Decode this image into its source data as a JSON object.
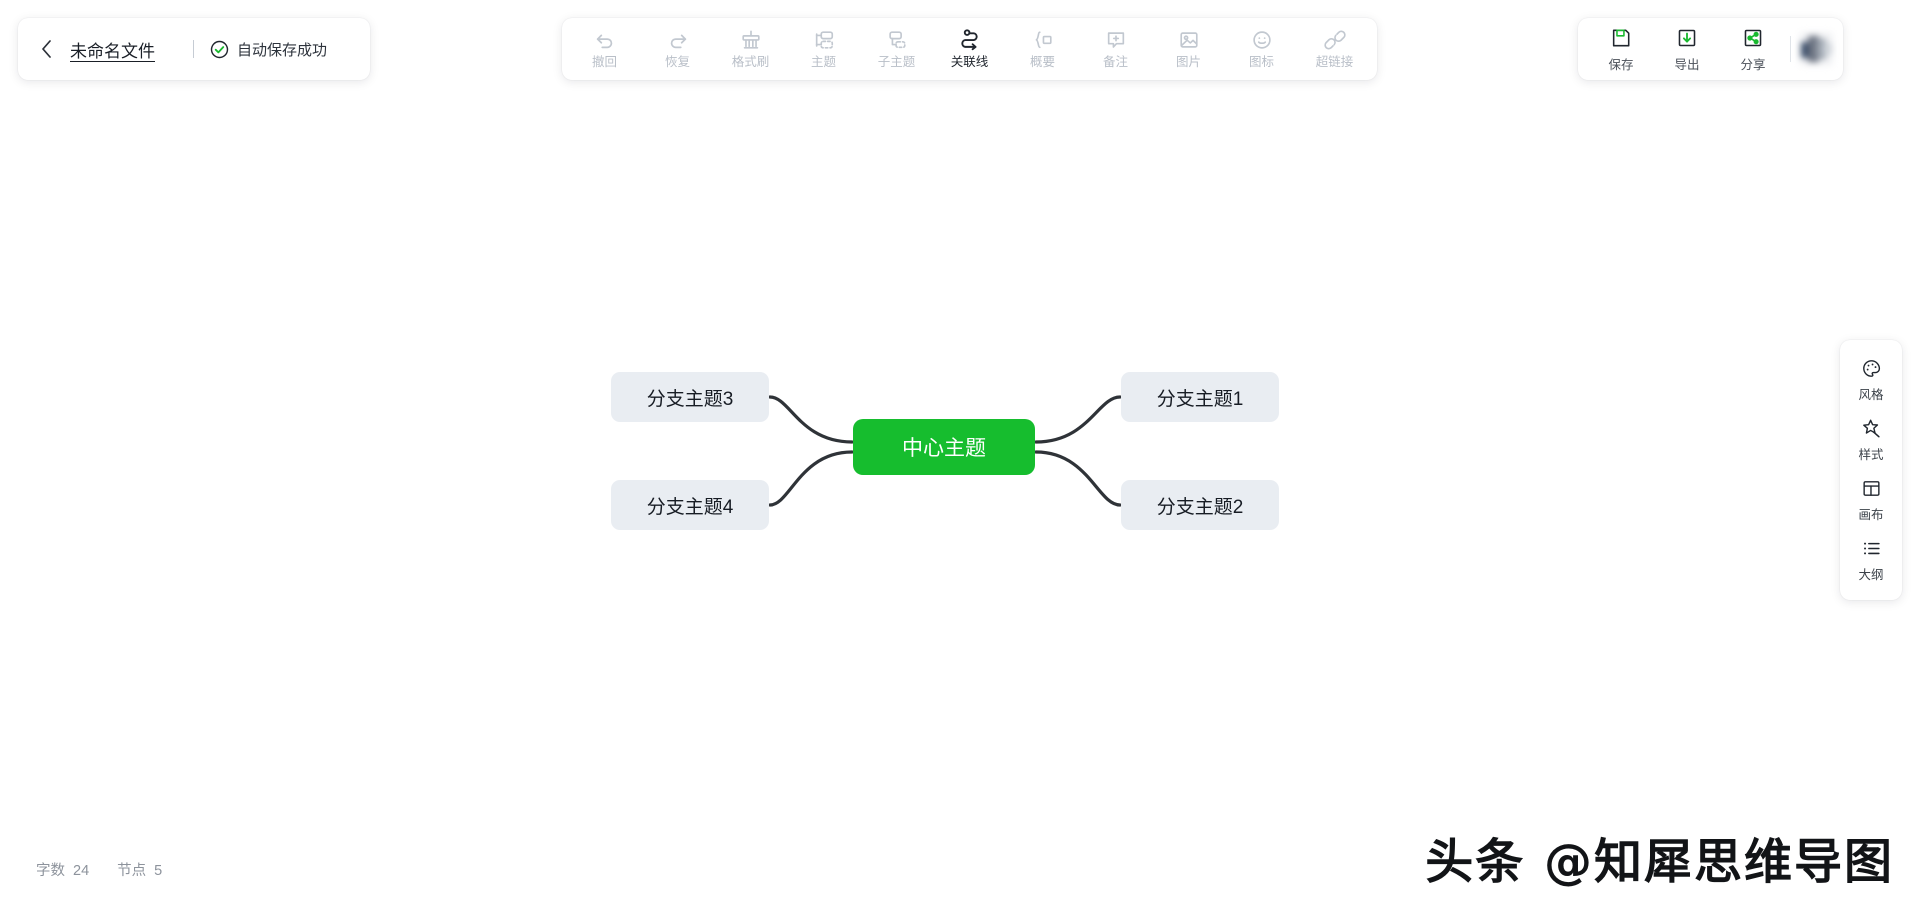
{
  "header": {
    "back_icon": "chevron-left-icon",
    "doc_title": "未命名文件",
    "autosave_icon": "check-circle-icon",
    "autosave_text": "自动保存成功"
  },
  "toolbar": {
    "items": [
      {
        "label": "撤回",
        "icon": "undo-icon",
        "enabled": false
      },
      {
        "label": "恢复",
        "icon": "redo-icon",
        "enabled": false
      },
      {
        "label": "格式刷",
        "icon": "format-brush-icon",
        "enabled": false
      },
      {
        "label": "主题",
        "icon": "topic-icon",
        "enabled": false
      },
      {
        "label": "子主题",
        "icon": "subtopic-icon",
        "enabled": false
      },
      {
        "label": "关联线",
        "icon": "relation-line-icon",
        "enabled": true
      },
      {
        "label": "概要",
        "icon": "summary-brace-icon",
        "enabled": false
      },
      {
        "label": "备注",
        "icon": "note-plus-icon",
        "enabled": false
      },
      {
        "label": "图片",
        "icon": "image-icon",
        "enabled": false
      },
      {
        "label": "图标",
        "icon": "emoji-icon",
        "enabled": false
      },
      {
        "label": "超链接",
        "icon": "link-icon",
        "enabled": false
      }
    ]
  },
  "actions": {
    "items": [
      {
        "label": "保存",
        "icon": "save-floppy-icon"
      },
      {
        "label": "导出",
        "icon": "export-download-icon"
      },
      {
        "label": "分享",
        "icon": "share-icon"
      }
    ],
    "avatar": "user-avatar"
  },
  "sidebar": {
    "items": [
      {
        "label": "风格",
        "icon": "palette-icon"
      },
      {
        "label": "样式",
        "icon": "star-style-icon"
      },
      {
        "label": "画布",
        "icon": "canvas-layout-icon"
      },
      {
        "label": "大纲",
        "icon": "outline-list-icon"
      }
    ]
  },
  "mindmap": {
    "root": {
      "label": "中心主题",
      "color": "#16bd2e",
      "text_color": "#ffffff"
    },
    "branch_color": "#e9edf2",
    "branch_text_color": "#171c24",
    "connector_color": "#2f3338",
    "branches": [
      {
        "label": "分支主题3",
        "side": "left"
      },
      {
        "label": "分支主题4",
        "side": "left"
      },
      {
        "label": "分支主题1",
        "side": "right"
      },
      {
        "label": "分支主题2",
        "side": "right"
      }
    ]
  },
  "status": {
    "word_label": "字数",
    "word_count": "24",
    "node_label": "节点",
    "node_count": "5"
  },
  "watermark": {
    "text": "头条 @知犀思维导图"
  }
}
